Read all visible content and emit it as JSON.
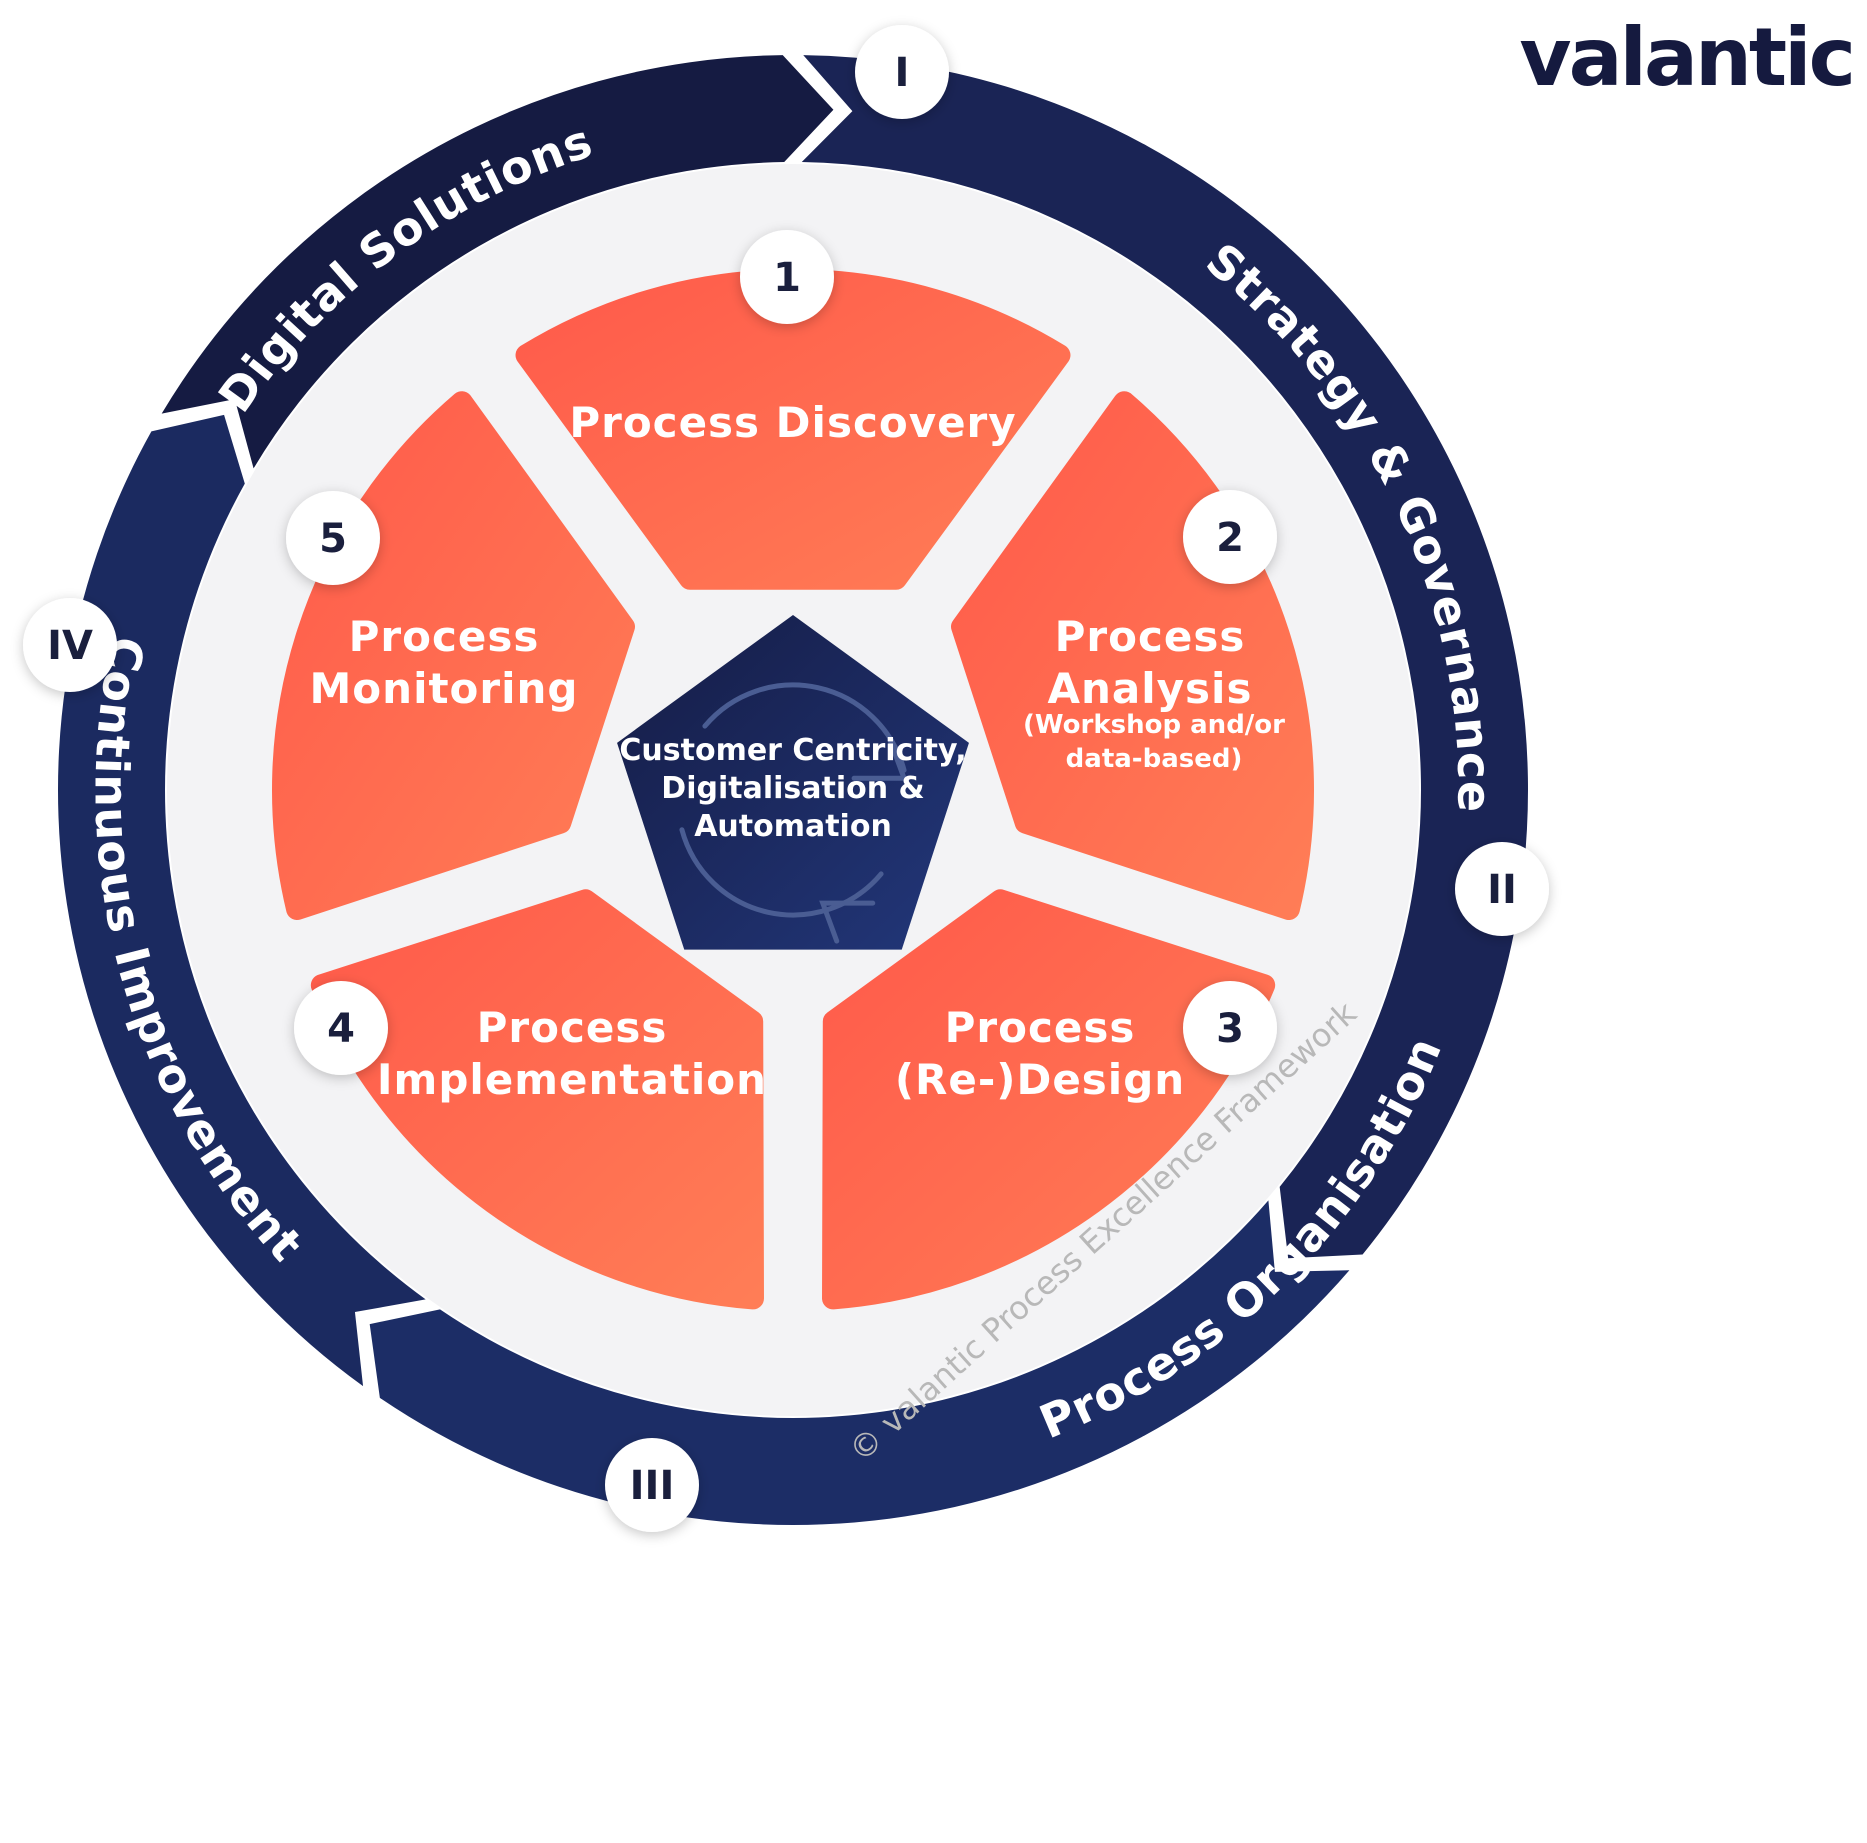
{
  "brand": {
    "logo_text": "valantic"
  },
  "colors": {
    "navy_dark": "#151a3f",
    "navy": "#1b2b63",
    "orange_start": "#ff5a4a",
    "orange_end": "#ff7b55",
    "light_bg": "#f3f3f5",
    "white": "#ffffff",
    "watermark": "#b8b8b8"
  },
  "outer_ring": {
    "phases": [
      {
        "numeral": "I",
        "label": "Strategy & Governance"
      },
      {
        "numeral": "II",
        "label": "Process Organisation"
      },
      {
        "numeral": "III",
        "label": "Continuous Improvement"
      },
      {
        "numeral": "IV",
        "label": "Digital Solutions"
      }
    ]
  },
  "process_steps": [
    {
      "number": "1",
      "title_lines": [
        "Process Discovery"
      ],
      "subtitle_lines": []
    },
    {
      "number": "2",
      "title_lines": [
        "Process",
        "Analysis"
      ],
      "subtitle_lines": [
        "(Workshop and/or",
        "data-based)"
      ]
    },
    {
      "number": "3",
      "title_lines": [
        "Process",
        "(Re-)Design"
      ],
      "subtitle_lines": []
    },
    {
      "number": "4",
      "title_lines": [
        "Process",
        "Implementation"
      ],
      "subtitle_lines": []
    },
    {
      "number": "5",
      "title_lines": [
        "Process",
        "Monitoring"
      ],
      "subtitle_lines": []
    }
  ],
  "center": {
    "lines": [
      "Customer Centricity,",
      "Digitalisation &",
      "Automation"
    ],
    "icon": "cycle-arrows-icon"
  },
  "watermark": "© valantic Process Excellence Framework"
}
